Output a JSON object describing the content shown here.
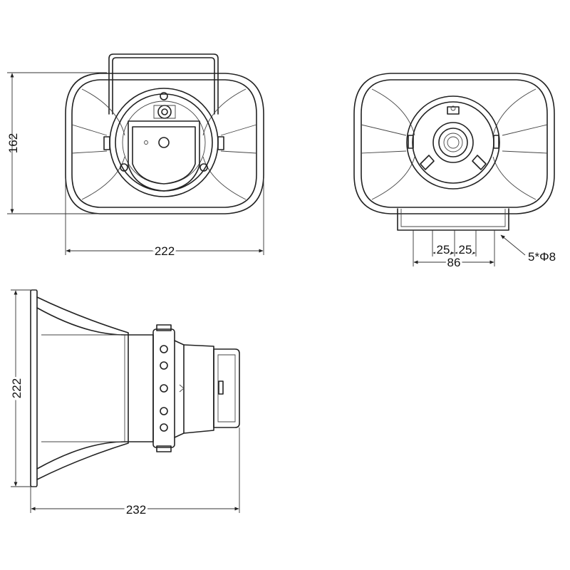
{
  "dimensions": {
    "front_height": "162",
    "front_width": "222",
    "rear_spacing_left": "25",
    "rear_spacing_right": "25",
    "rear_bracket_width": "86",
    "mounting_holes": "5*Φ8",
    "side_height": "222",
    "side_depth": "232"
  },
  "colors": {
    "line": "#222222",
    "background": "#ffffff"
  }
}
